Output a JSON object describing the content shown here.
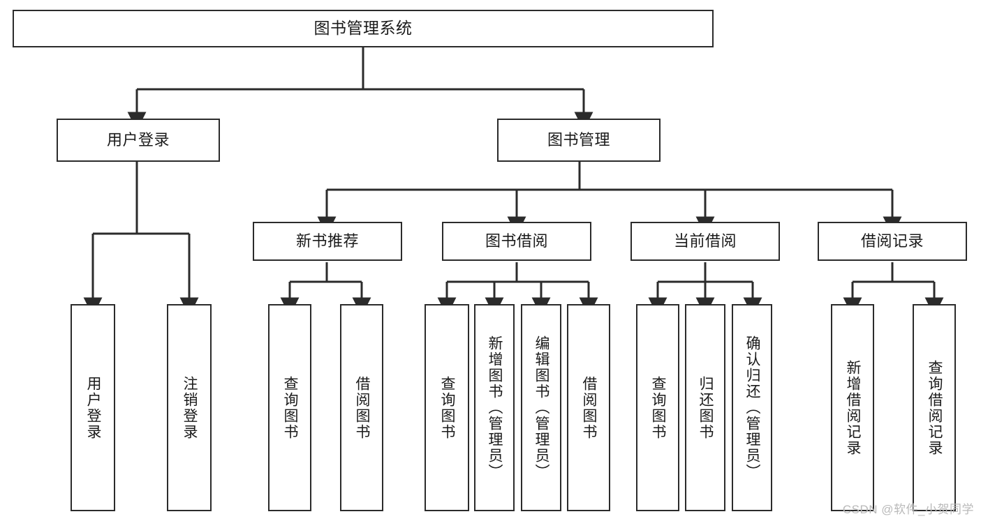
{
  "diagram": {
    "title": "图书管理系统",
    "type": "tree-hierarchy",
    "watermark": "CSDN @软件_小贺同学",
    "colors": {
      "box_border": "#2b2b2b",
      "box_fill": "#ffffff",
      "connector": "#2b2b2b",
      "text": "#1a1a1a",
      "watermark": "#b9b9b9"
    },
    "nodes": {
      "root": {
        "label": "图书管理系统"
      },
      "level2": [
        {
          "id": "user-login",
          "label": "用户登录"
        },
        {
          "id": "book-manage",
          "label": "图书管理"
        }
      ],
      "level3": [
        {
          "id": "new-book-recommend",
          "label": "新书推荐"
        },
        {
          "id": "book-borrow",
          "label": "图书借阅"
        },
        {
          "id": "current-borrow",
          "label": "当前借阅"
        },
        {
          "id": "borrow-record",
          "label": "借阅记录"
        }
      ],
      "leaves": {
        "user_login": [
          {
            "id": "leaf-user-login",
            "label": "用户登录"
          },
          {
            "id": "leaf-logout-login",
            "label": "注销登录"
          }
        ],
        "new_book_recommend": [
          {
            "id": "leaf-query-book-1",
            "label": "查询图书"
          },
          {
            "id": "leaf-borrow-book-1",
            "label": "借阅图书"
          }
        ],
        "book_borrow": [
          {
            "id": "leaf-query-book-2",
            "label": "查询图书"
          },
          {
            "id": "leaf-add-book",
            "label": "新增图书（管理员）"
          },
          {
            "id": "leaf-edit-book",
            "label": "编辑图书（管理员）"
          },
          {
            "id": "leaf-borrow-book-2",
            "label": "借阅图书"
          }
        ],
        "current_borrow": [
          {
            "id": "leaf-query-book-3",
            "label": "查询图书"
          },
          {
            "id": "leaf-return-book",
            "label": "归还图书"
          },
          {
            "id": "leaf-confirm-return",
            "label": "确认归还（管理员）"
          }
        ],
        "borrow_record": [
          {
            "id": "leaf-add-borrow-record",
            "label": "新增借阅记录"
          },
          {
            "id": "leaf-query-borrow-record",
            "label": "查询借阅记录"
          }
        ]
      }
    }
  }
}
